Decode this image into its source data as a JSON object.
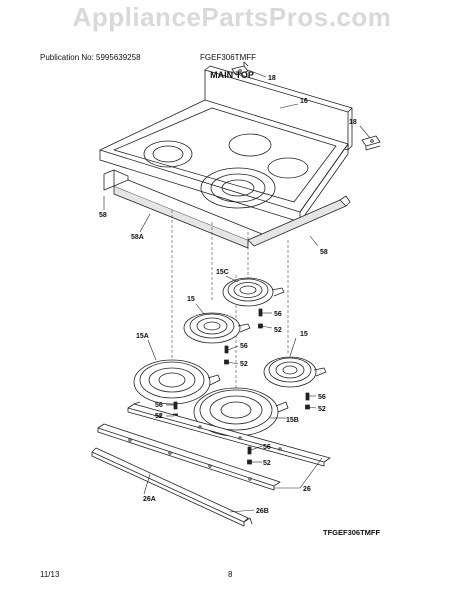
{
  "header": {
    "watermark": "AppliancePartsPros.com",
    "publication": "Publication No: 5995639258",
    "model": "FGEF306TMFF",
    "section_title": "MAIN TOP"
  },
  "footer": {
    "date": "11/13",
    "page": "8"
  },
  "diagram": {
    "figure_code": "TFGEF306TMFF",
    "callouts": [
      "18",
      "16",
      "18",
      "58",
      "58A",
      "58",
      "15C",
      "15",
      "56",
      "52",
      "56",
      "52",
      "15A",
      "15",
      "56",
      "52",
      "56",
      "52",
      "15B",
      "56",
      "52",
      "26",
      "26A",
      "26B"
    ]
  }
}
